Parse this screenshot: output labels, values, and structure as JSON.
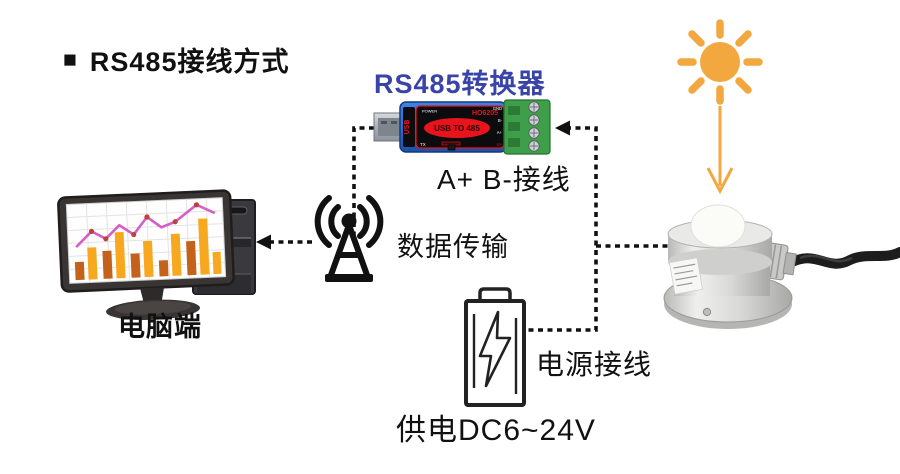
{
  "title": {
    "bullet": "■",
    "text": "RS485接线方式"
  },
  "converter": {
    "label": "RS485转换器",
    "texts": {
      "power": "POWER",
      "model": "HO6205",
      "usb_to_485": "USB TO 485",
      "usb_side": "USB",
      "tx": "TX",
      "gnd": "GND",
      "b_minus": "B-",
      "a_plus": "A+",
      "v_plus": "V+"
    }
  },
  "labels": {
    "ab_wiring": "A+ B-接线",
    "data_transmission": "数据传输",
    "computer": "电脑端",
    "power_wiring": "电源接线",
    "power_supply": "供电DC6~24V"
  },
  "icons": {
    "sun": "sun-icon",
    "antenna": "antenna-icon",
    "battery": "battery-icon",
    "computer": "desktop-computer-icon",
    "sensor": "light-sensor-photo",
    "converter": "usb-rs485-converter"
  },
  "colors": {
    "accent_blue": "#3944A7",
    "orange": "#F3A73F",
    "line_black": "#111111",
    "terminal_green": "#3F9E4A",
    "device_blue": "#2B6FD4",
    "device_red": "#E8131B",
    "bar_dark_orange": "#C4621C",
    "bar_amber": "#F8A81E",
    "chart_line_magenta": "#D45FC9"
  }
}
